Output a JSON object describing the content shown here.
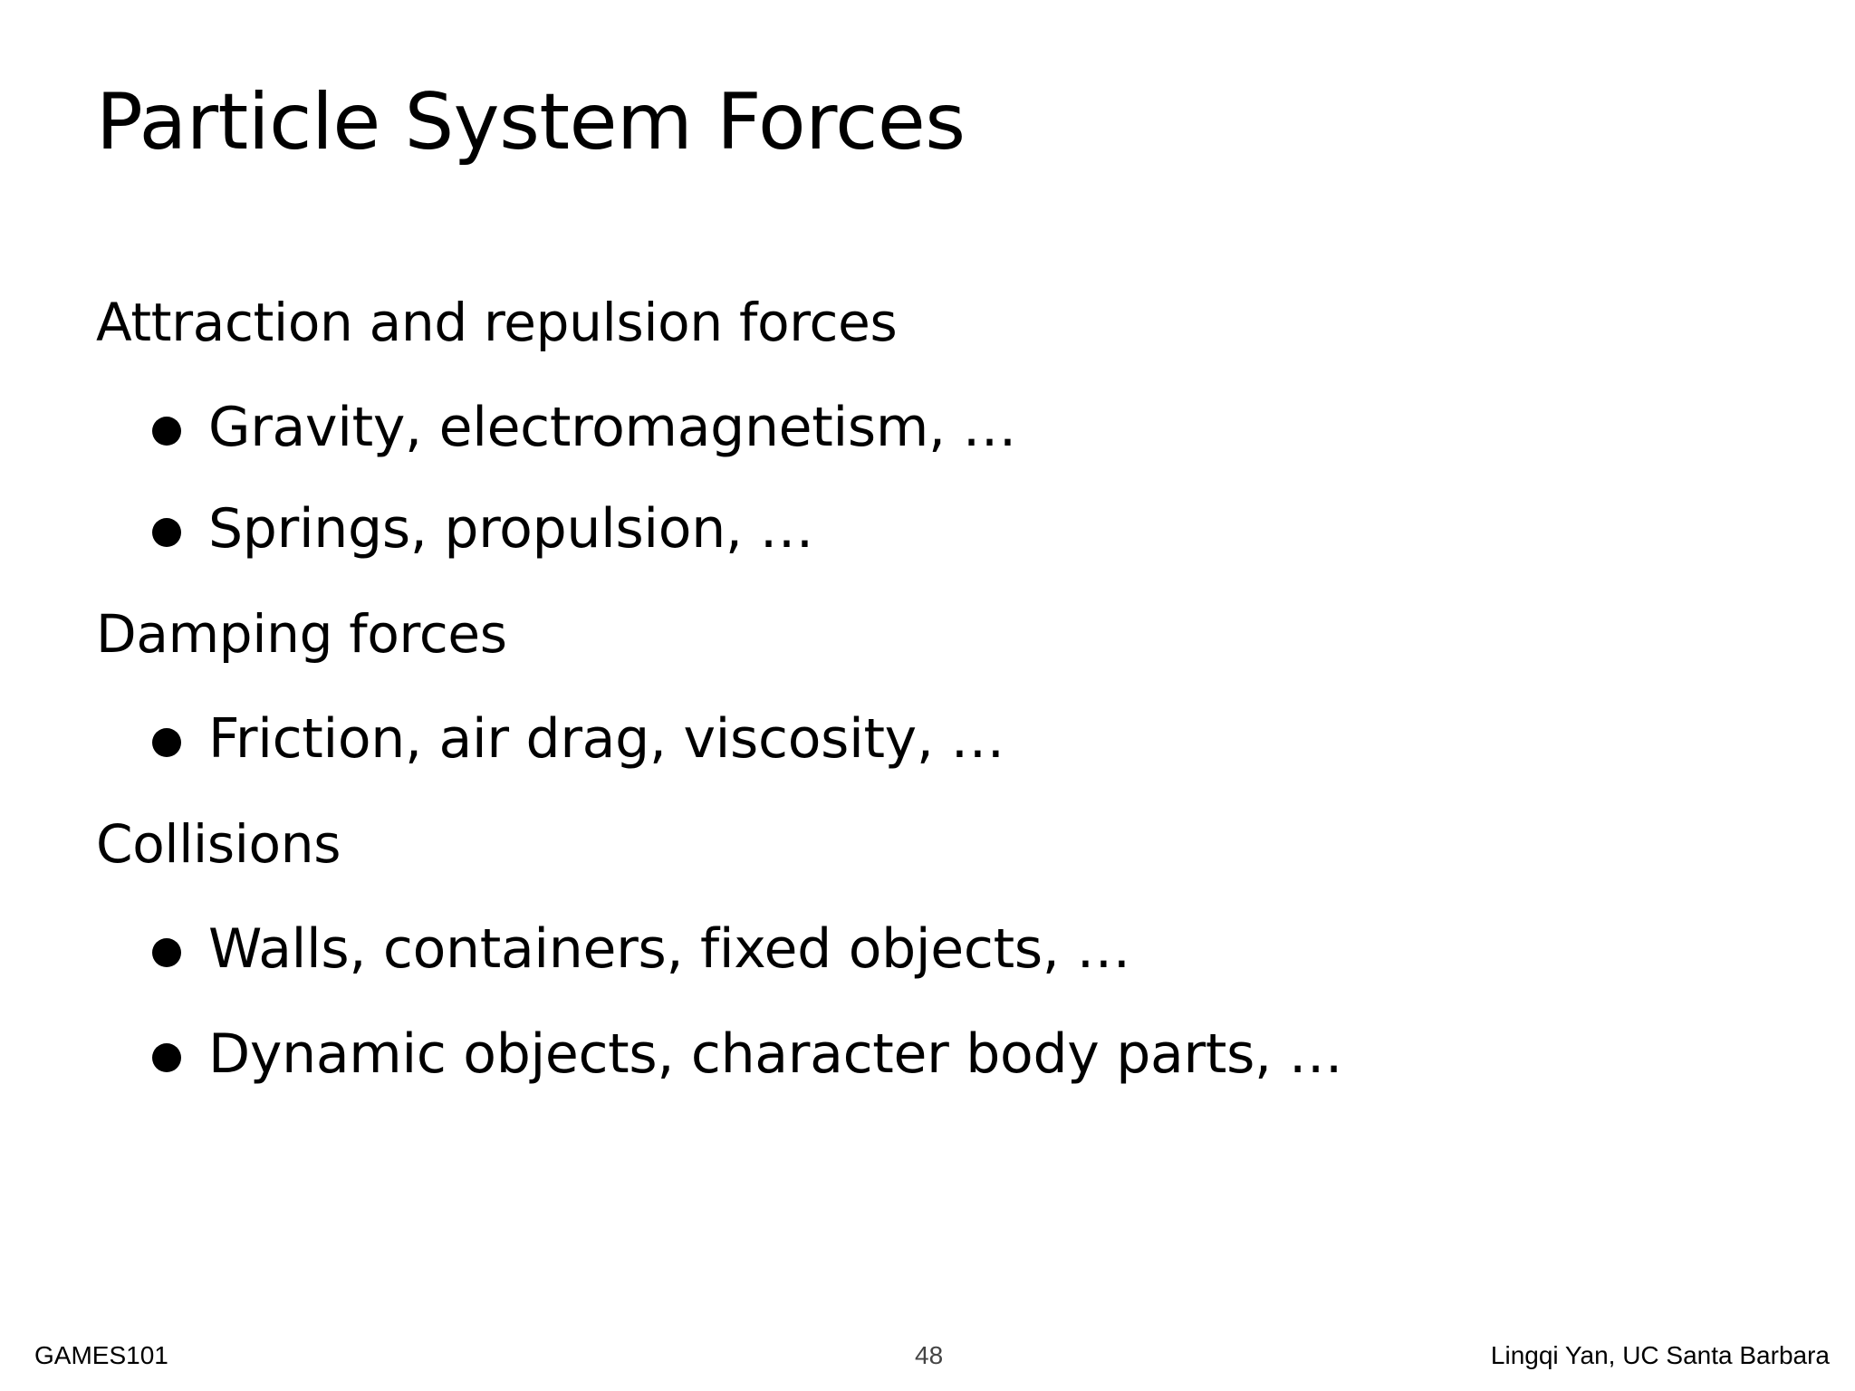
{
  "slide": {
    "title": "Particle System Forces",
    "sections": [
      {
        "heading": "Attraction and repulsion forces",
        "bullets": [
          "Gravity, electromagnetism, …",
          "Springs, propulsion, …"
        ]
      },
      {
        "heading": "Damping forces",
        "bullets": [
          "Friction, air drag, viscosity, …"
        ]
      },
      {
        "heading": "Collisions",
        "bullets": [
          "Walls, containers, fixed objects, …",
          "Dynamic objects, character body parts, …"
        ]
      }
    ]
  },
  "footer": {
    "left": "GAMES101",
    "page_number": "48",
    "right": "Lingqi Yan, UC Santa Barbara"
  }
}
